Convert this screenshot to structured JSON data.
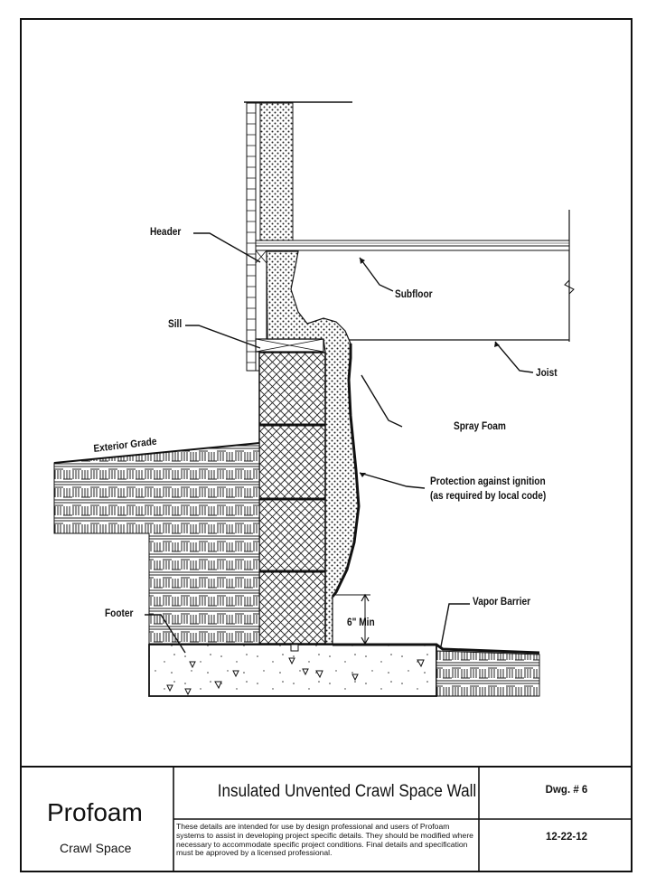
{
  "labels": {
    "header": "Header",
    "sill": "Sill",
    "subfloor": "Subfloor",
    "joist": "Joist",
    "spray_foam": "Spray Foam",
    "exterior_grade": "Exterior Grade",
    "protection_line1": "Protection against ignition",
    "protection_line2": "(as required by local code)",
    "footer": "Footer",
    "six_min": "6\" Min",
    "vapor_barrier": "Vapor Barrier"
  },
  "title_block": {
    "company": "Profoam",
    "category": "Crawl Space",
    "title": "Insulated Unvented Crawl Space Wall",
    "disclaimer": "These details are intended for use by design professional and users of Profoam systems to assist in developing project specific details. They should be modified where necessary to accommodate specific project conditions.  Final details and specification must be approved by a licensed professional.",
    "drawing_number": "Dwg. # 6",
    "date": "12-22-12"
  }
}
